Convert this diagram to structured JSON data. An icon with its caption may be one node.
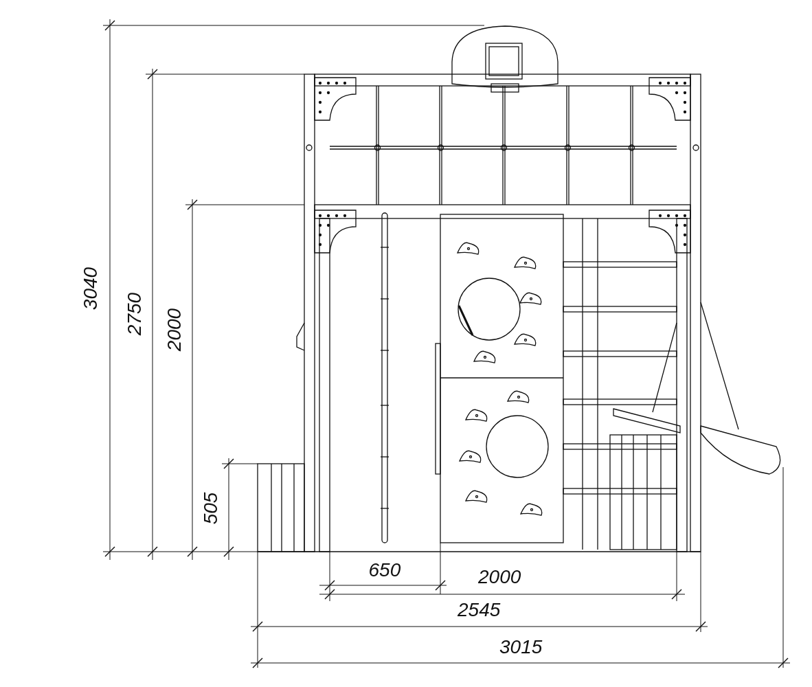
{
  "diagram": {
    "labels": [
      "3040",
      "2750",
      "2000",
      "505",
      "650",
      "2000",
      "2545",
      "3015"
    ]
  }
}
